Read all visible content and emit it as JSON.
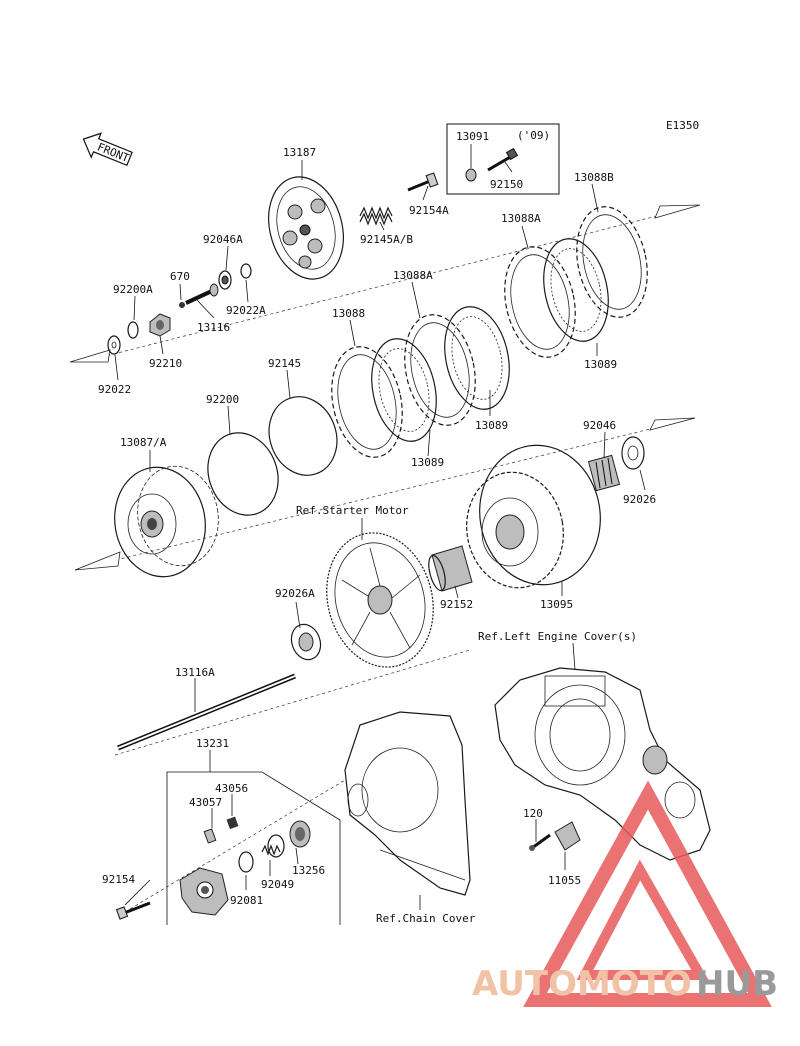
{
  "diagram_code": "E1350",
  "front_label": "FRONT",
  "year_note": "('09)",
  "brand": {
    "prefix": "AUTOMOTO",
    "suffix": "HUB",
    "prefix_color": "#f2c2a7",
    "suffix_color": "#9a9a9a",
    "triangle_color": "#e85a5a"
  },
  "parts": [
    {
      "id": "p13091",
      "num": "13091"
    },
    {
      "id": "p92150",
      "num": "92150"
    },
    {
      "id": "p13187",
      "num": "13187"
    },
    {
      "id": "p92154A",
      "num": "92154A"
    },
    {
      "id": "p92145AB",
      "num": "92145A/B"
    },
    {
      "id": "p13088B",
      "num": "13088B"
    },
    {
      "id": "p13088A_1",
      "num": "13088A"
    },
    {
      "id": "p13088A_2",
      "num": "13088A"
    },
    {
      "id": "p92046A",
      "num": "92046A"
    },
    {
      "id": "p670",
      "num": "670"
    },
    {
      "id": "p92200A",
      "num": "92200A"
    },
    {
      "id": "p92022A",
      "num": "92022A"
    },
    {
      "id": "p13116",
      "num": "13116"
    },
    {
      "id": "p92210",
      "num": "92210"
    },
    {
      "id": "p92022",
      "num": "92022"
    },
    {
      "id": "p13088",
      "num": "13088"
    },
    {
      "id": "p13089_1",
      "num": "13089"
    },
    {
      "id": "p13089_2",
      "num": "13089"
    },
    {
      "id": "p13089_3",
      "num": "13089"
    },
    {
      "id": "p92145",
      "num": "92145"
    },
    {
      "id": "p92200",
      "num": "92200"
    },
    {
      "id": "p92046",
      "num": "92046"
    },
    {
      "id": "p92026",
      "num": "92026"
    },
    {
      "id": "p13087A",
      "num": "13087/A"
    },
    {
      "id": "p92152",
      "num": "92152"
    },
    {
      "id": "p13095",
      "num": "13095"
    },
    {
      "id": "p92026A",
      "num": "92026A"
    },
    {
      "id": "p13116A",
      "num": "13116A"
    },
    {
      "id": "p13231",
      "num": "13231"
    },
    {
      "id": "p43056",
      "num": "43056"
    },
    {
      "id": "p43057",
      "num": "43057"
    },
    {
      "id": "p120",
      "num": "120"
    },
    {
      "id": "p11055",
      "num": "11055"
    },
    {
      "id": "p92154",
      "num": "92154"
    },
    {
      "id": "p92049",
      "num": "92049"
    },
    {
      "id": "p13256",
      "num": "13256"
    },
    {
      "id": "p92081",
      "num": "92081"
    }
  ],
  "references": {
    "starter_motor": "Ref.Starter Motor",
    "left_engine_cover": "Ref.Left Engine Cover(s)",
    "chain_cover": "Ref.Chain Cover"
  }
}
